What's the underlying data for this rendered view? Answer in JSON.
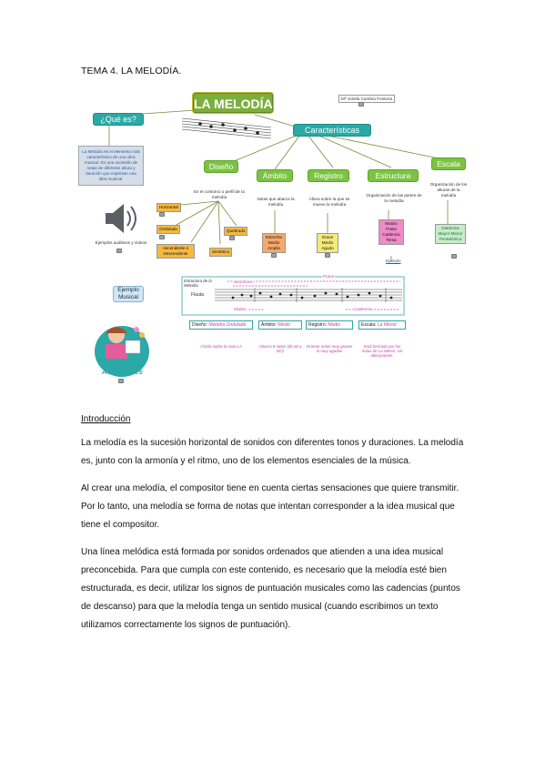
{
  "document": {
    "title": "TEMA 4.  LA MELODÍA.",
    "intro_heading": "Introducción",
    "paragraphs": [
      "La melodía es la sucesión horizontal de sonidos con diferentes tonos y duraciones. La melodía es, junto con la armonía y el ritmo, uno de los elementos esenciales de la música.",
      "Al crear una melodía, el compositor tiene en cuenta ciertas sensaciones que quiere transmitir. Por lo tanto, una melodía se forma de notas que intentan corresponder a la idea musical que tiene el compositor.",
      "Una línea melódica está formada por sonidos ordenados que atienden a una idea musical preconcebida. Para que cumpla con este contenido, es necesario que la melodía esté bien estructurada, es decir, utilizar los signos de puntuación musicales como las cadencias (puntos de descanso) para que la melodía tenga un sentido musical (cuando escribimos un texto utilizamos correctamente los signos de puntuación)."
    ]
  },
  "concept_map": {
    "main_title": "LA MELODÍA",
    "author": "Mª Josefa Cambra Fontoria",
    "que_es": "¿Qué es?",
    "que_es_text": "La Melodía es el elemento más característico de una obra musical. Es una sucesión de notas de diferente altura y duración que expresan una idea musical.",
    "caracteristicas": "Características",
    "branches": {
      "diseno": {
        "label": "Diseño",
        "desc": "Es el contorno o perfil de la melodía",
        "tags": [
          "Horizontal",
          "Ondulado",
          "Quebrado",
          "Ascendente o Descendente",
          "Simétrico"
        ]
      },
      "ambito": {
        "label": "Ámbito",
        "desc": "Notas que abarca la melodía",
        "tag": "Estrecho Medio Amplio"
      },
      "registro": {
        "label": "Registro",
        "desc": "Altura sobre la que se mueve la melodía",
        "tag": "Grave Medio Agudo"
      },
      "estructura": {
        "label": "Estructura",
        "desc": "Organización de las partes de la melodía",
        "tag": "Motivo Frase Cadencia Tema",
        "link": "Ejemplo"
      },
      "escala": {
        "label": "Escala",
        "desc": "Organización de los alturas de la melodía",
        "tag": "Diatónica Mayor Menor Pentatónica"
      }
    },
    "audio_label": "Ejemplos auditivos y vídeos",
    "ejemplo_musical": "Ejemplo Musical",
    "score": {
      "structure_label": "Estructura de la Melodía",
      "instrument": "Flauta",
      "frase": "Frase",
      "semifrase": "Semifrase",
      "motivo": "Motivo",
      "cadencia": "Cadencia"
    },
    "bottom_labels": [
      {
        "title": "Diseño:",
        "value": "Melodía Ondulada",
        "note": "Oscila sobre la nota LA"
      },
      {
        "title": "Ámbito:",
        "value": "Medio",
        "note": "Abarca 8 notas (de Mi a DO)"
      },
      {
        "title": "Registro:",
        "value": "Medio",
        "note": "Ni tiene notas muy graves ni muy agudas"
      },
      {
        "title": "Escala:",
        "value": "La Menor",
        "note": "Está formada por las notas de La Menor, sin alteraciones."
      }
    ],
    "actividades": "Actividades"
  },
  "colors": {
    "teal": "#2aa9a6",
    "green": "#7cc243",
    "orange_tag": "#f5b942",
    "pink_tag": "#f08ac8",
    "main_title_bg": "#7cae3c"
  }
}
